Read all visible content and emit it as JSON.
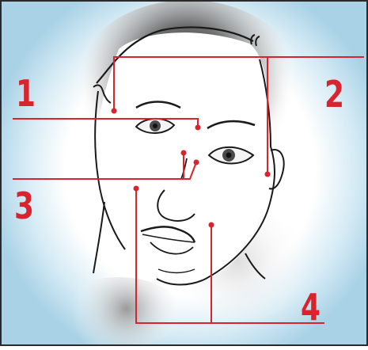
{
  "labels": {
    "label_1": "1",
    "label_2": "2",
    "label_3": "3",
    "label_4": "4"
  },
  "colors": {
    "background": "#a9d2e6",
    "halo": "#ffffff",
    "hair_shadow": "#3c3c3c",
    "line_art": "#1a1a1a",
    "callout": "#d9232d",
    "frame": "#2a2a2a"
  },
  "icons": {
    "marker": "red-dot"
  }
}
